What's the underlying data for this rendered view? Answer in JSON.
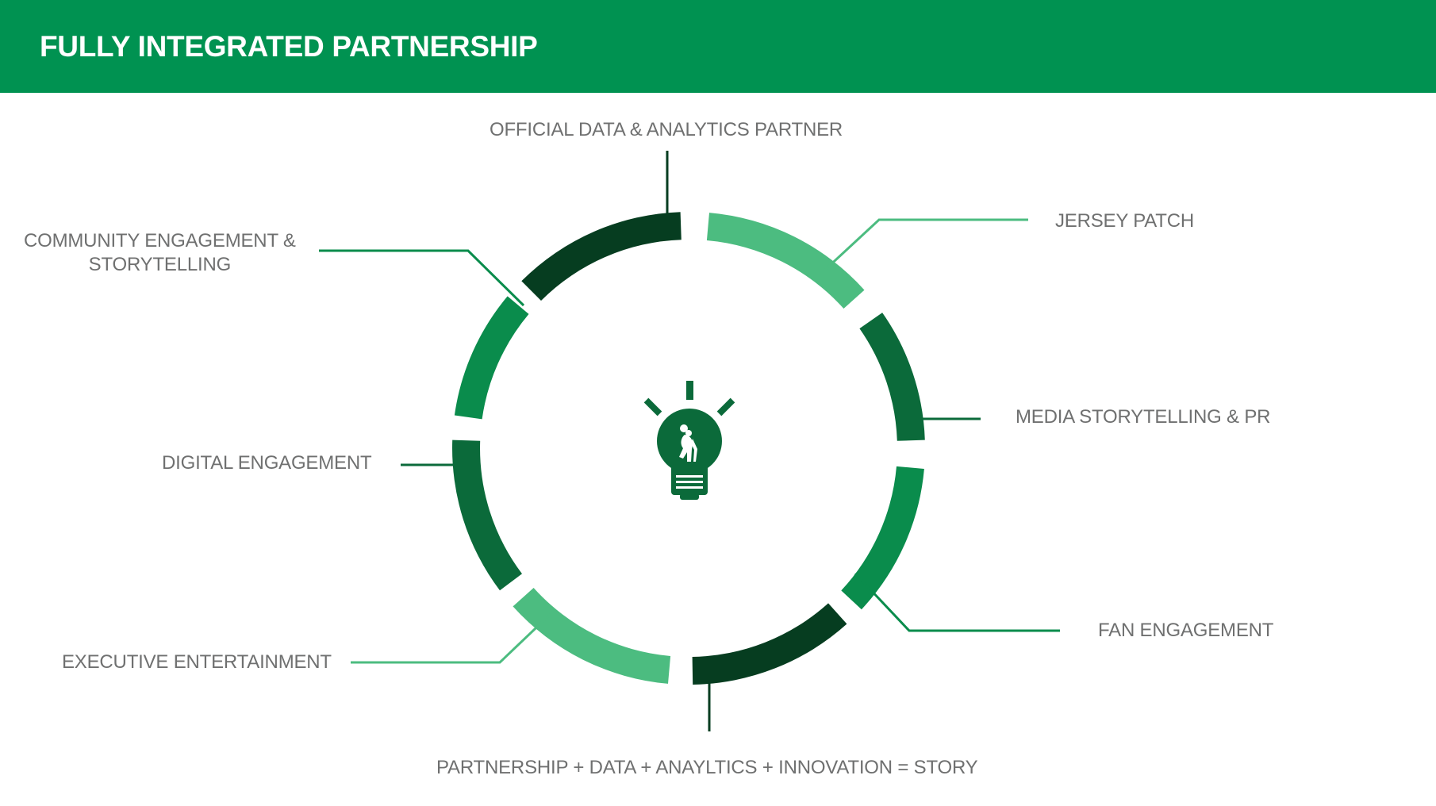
{
  "header": {
    "title": "FULLY INTEGRATED PARTNERSHIP"
  },
  "colors": {
    "brand": "#009251",
    "darkest": "#063d20",
    "dark": "#0b6a3a",
    "medium": "#0a8c4c",
    "light": "#4cbc80",
    "text": "#6f7070"
  },
  "center": {
    "icon": "lightbulb-with-player-icon"
  },
  "labels": {
    "top": "OFFICIAL DATA & ANALYTICS PARTNER",
    "jersey": "JERSEY PATCH",
    "media": "MEDIA STORYTELLING & PR",
    "fan": "FAN ENGAGEMENT",
    "community_line1": "COMMUNITY ENGAGEMENT &",
    "community_line2": "STORYTELLING",
    "digital": "DIGITAL ENGAGEMENT",
    "executive": "EXECUTIVE ENTERTAINMENT",
    "footer": "PARTNERSHIP + DATA + ANAYLTICS + INNOVATION = STORY"
  }
}
